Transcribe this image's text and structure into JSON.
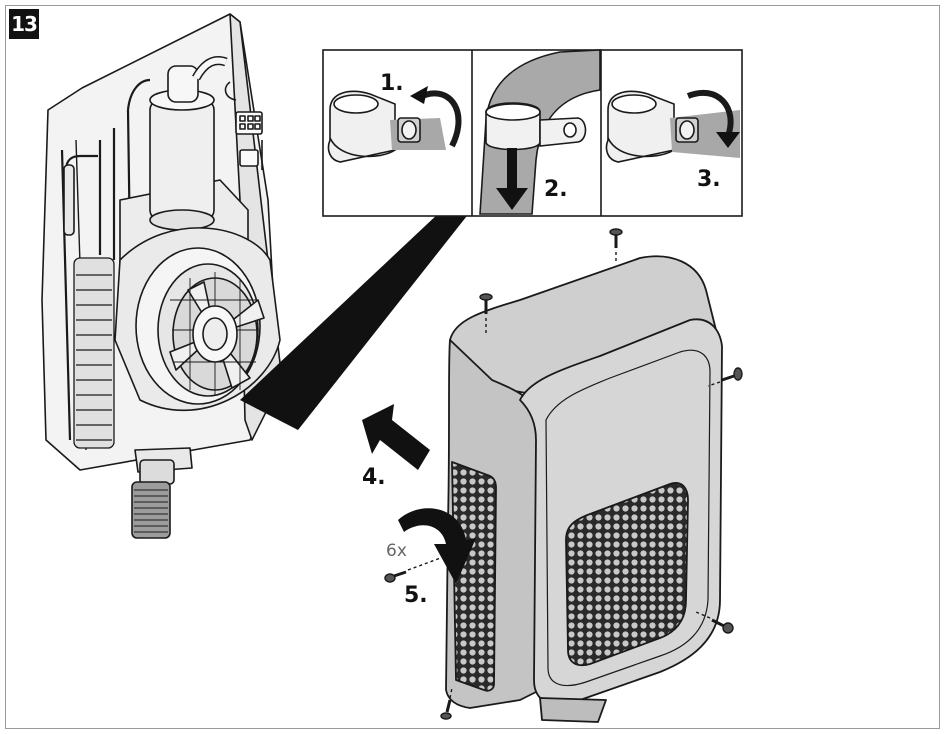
{
  "figure_number": "13",
  "steps": {
    "step1": "1.",
    "step2": "2.",
    "step3": "3.",
    "step4": "4.",
    "step5": "5."
  },
  "screw_count": "6x",
  "colors": {
    "outline": "#1a1a1a",
    "cover_fill": "#d2d2d2",
    "unit_fill": "#f2f2f2",
    "pipe_fill": "#b9b9b9",
    "arrow_fill": "#111111"
  }
}
